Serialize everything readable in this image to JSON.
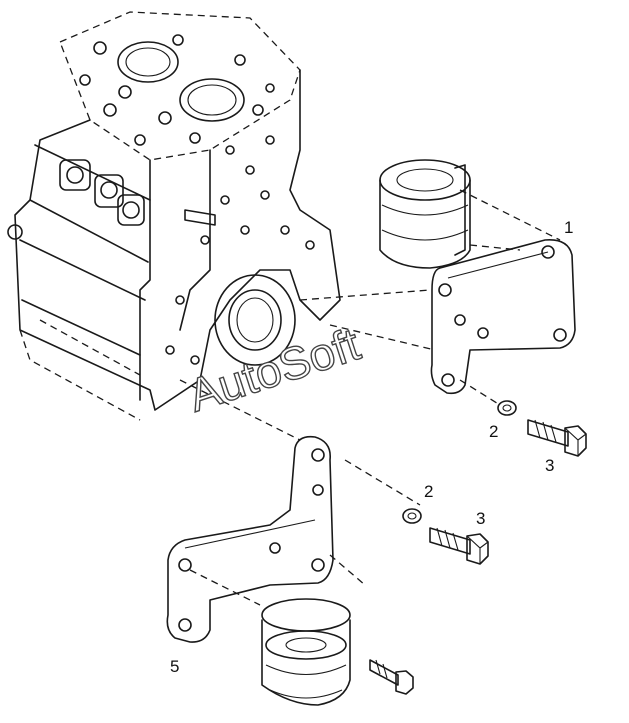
{
  "watermark": "AutoSoft",
  "callouts": {
    "c1": "1",
    "c2a": "2",
    "c3a": "3",
    "c2b": "2",
    "c3b": "3",
    "c5": "5"
  }
}
